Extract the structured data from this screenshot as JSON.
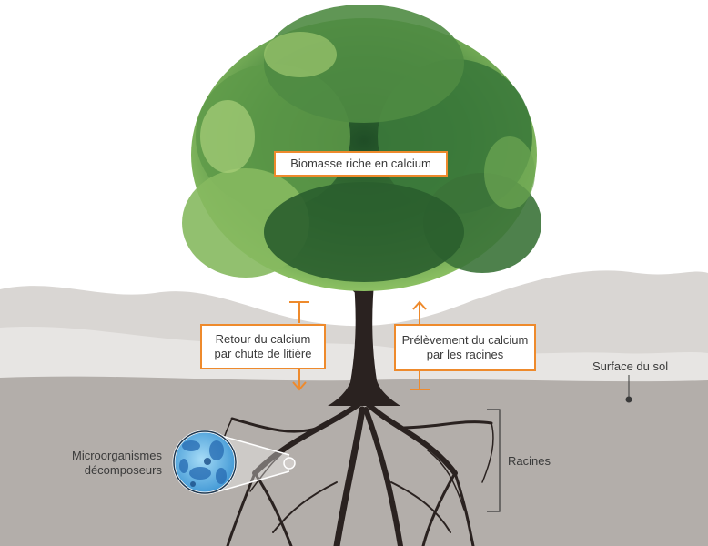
{
  "labels": {
    "biomass": "Biomasse riche en calcium",
    "return_line1": "Retour du calcium",
    "return_line2": "par chute de litière",
    "uptake_line1": "Prélèvement du calcium",
    "uptake_line2": "par les racines",
    "soil_surface": "Surface du sol",
    "roots": "Racines",
    "micro_line1": "Microorganismes",
    "micro_line2": "décomposeurs"
  },
  "colors": {
    "accent": "#ee8a2c",
    "soil": "#b3aeaa",
    "trunk": "#2a2220",
    "foliage_dark": "#2f6b34",
    "foliage_light": "#8cc063",
    "microbes": "#4aa8e0"
  },
  "icons": {
    "magnifier": "microorganism-magnifier-icon",
    "arrow_down": "arrow-down-icon",
    "arrow_up": "arrow-up-icon"
  }
}
